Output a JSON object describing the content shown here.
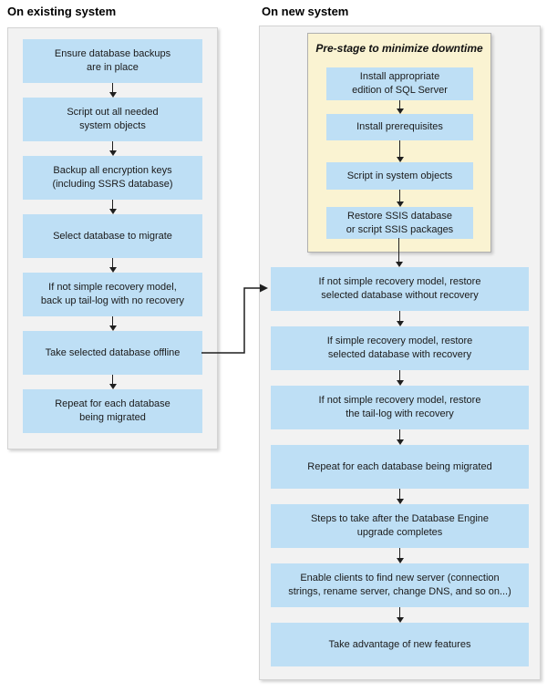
{
  "titles": {
    "existing": "On existing system",
    "new": "On new system"
  },
  "prestage": {
    "title": "Pre-stage to minimize downtime",
    "steps": [
      "Install appropriate\nedition of SQL Server",
      "Install prerequisites",
      "Script in system objects",
      "Restore SSIS database\nor script SSIS packages"
    ]
  },
  "existing_steps": [
    "Ensure database backups\nare in place",
    "Script out all needed\nsystem objects",
    "Backup all encryption keys\n(including SSRS database)",
    "Select database to migrate",
    "If not simple recovery model,\nback up tail-log with no recovery",
    "Take selected database offline",
    "Repeat for each database\nbeing migrated"
  ],
  "new_steps": [
    "If not simple recovery model, restore\nselected database without recovery",
    "If simple recovery model, restore\nselected database with recovery",
    "If not simple recovery model, restore\nthe tail-log with recovery",
    "Repeat for each database being migrated",
    "Steps to take after the Database Engine\nupgrade completes",
    "Enable clients to find new server (connection\nstrings, rename server, change DNS, and so on...)",
    "Take advantage of new features"
  ],
  "colors": {
    "box_fill": "#BEDFF5",
    "panel_fill": "#F2F2F2",
    "prestage_fill": "#FAF3D2",
    "arrow_color": "#1F1F1F",
    "text_color": "#1A1A1A"
  }
}
